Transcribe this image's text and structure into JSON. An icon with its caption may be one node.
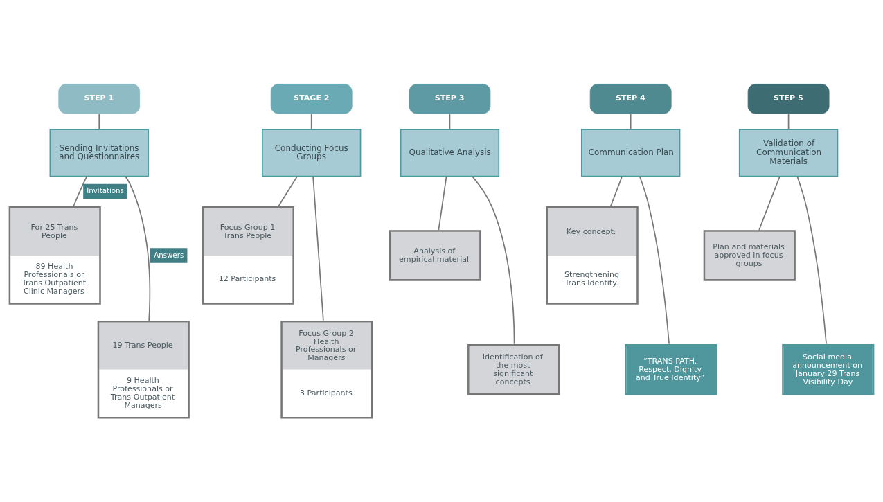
{
  "diagram": {
    "nodes": [
      {
        "text": [
          "STEP 1"
        ]
      },
      {
        "text": [
          "Sending Invitations and Questionnaires"
        ]
      },
      {
        "text": [
          "For 25 Trans People",
          "89 Health Professionals or Trans Outpatient Clinic Managers"
        ]
      },
      {
        "text": [
          "19 Trans People",
          "9 Health Professionals or Trans Outpatient Managers"
        ]
      },
      {
        "text": [
          "STAGE 2"
        ]
      },
      {
        "text": [
          "Conducting Focus Groups"
        ]
      },
      {
        "text": [
          "Focus Group 1 Trans People",
          "12 Participants"
        ]
      },
      {
        "text": [
          "Focus Group 2 Health Professionals or Managers",
          "3 Participants"
        ]
      },
      {
        "text": [
          "STEP 3"
        ]
      },
      {
        "text": [
          "Qualitative Analysis"
        ]
      },
      {
        "text": [
          "Analysis of empirical material"
        ]
      },
      {
        "text": [
          "Identification of the most significant concepts"
        ]
      },
      {
        "text": [
          "STEP 4"
        ]
      },
      {
        "text": [
          "Communication Plan"
        ]
      },
      {
        "text": [
          "Key concept:",
          "Strengthening Trans Identity."
        ]
      },
      {
        "text": [
          "“TRANS PATH. Respect, Dignity and True Identity”"
        ]
      },
      {
        "text": [
          "STEP 5"
        ]
      },
      {
        "text": [
          "Validation of Communication Materials"
        ]
      },
      {
        "text": [
          "Plan and materials approved in focus groups"
        ]
      },
      {
        "text": [
          "Social media announcement on January 29 Trans Visibility Day"
        ]
      }
    ],
    "edges": [
      {
        "from": 0,
        "to": 1,
        "arrow": "none"
      },
      {
        "from": 1,
        "to": 2,
        "arrow": "none",
        "label": "Invitations"
      },
      {
        "from": 1,
        "to": 3,
        "arrow": "none",
        "label": "Answers"
      },
      {
        "from": 4,
        "to": 5,
        "arrow": "none"
      },
      {
        "from": 5,
        "to": 6,
        "arrow": "none"
      },
      {
        "from": 5,
        "to": 7,
        "arrow": "none"
      },
      {
        "from": 8,
        "to": 9,
        "arrow": "none"
      },
      {
        "from": 9,
        "to": 10,
        "arrow": "none"
      },
      {
        "from": 9,
        "to": 11,
        "arrow": "none"
      },
      {
        "from": 12,
        "to": 13,
        "arrow": "none"
      },
      {
        "from": 13,
        "to": 14,
        "arrow": "none"
      },
      {
        "from": 13,
        "to": 15,
        "arrow": "none"
      },
      {
        "from": 16,
        "to": 17,
        "arrow": "none"
      },
      {
        "from": 17,
        "to": 18,
        "arrow": "none"
      },
      {
        "from": 17,
        "to": 19,
        "arrow": "none"
      }
    ]
  }
}
